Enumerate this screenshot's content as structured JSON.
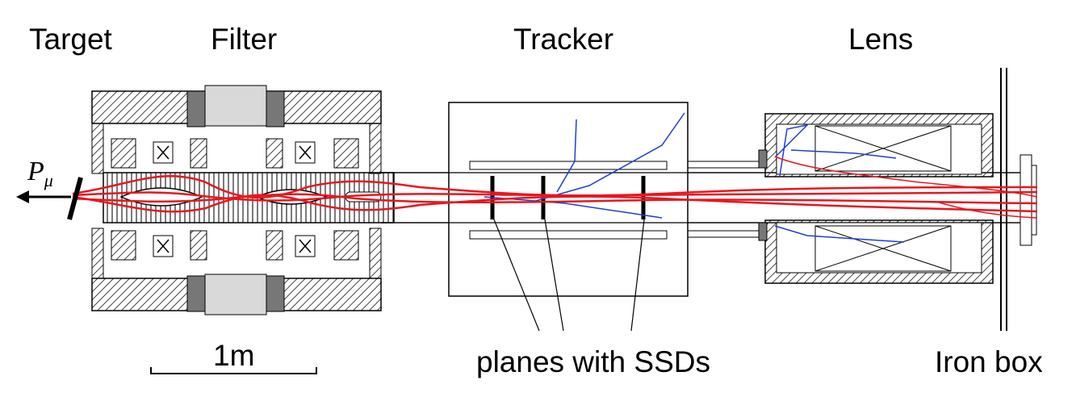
{
  "labels": {
    "target": "Target",
    "filter": "Filter",
    "tracker": "Tracker",
    "lens": "Lens",
    "planes": "planes with SSDs",
    "iron_box": "Iron box",
    "scale": "1m"
  },
  "beam": {
    "symbol": "P",
    "subscript": "μ"
  },
  "colors": {
    "trajectory": "#e8161e",
    "track": "#1f3fd0",
    "outline": "#000000",
    "hatch": "#555555"
  }
}
